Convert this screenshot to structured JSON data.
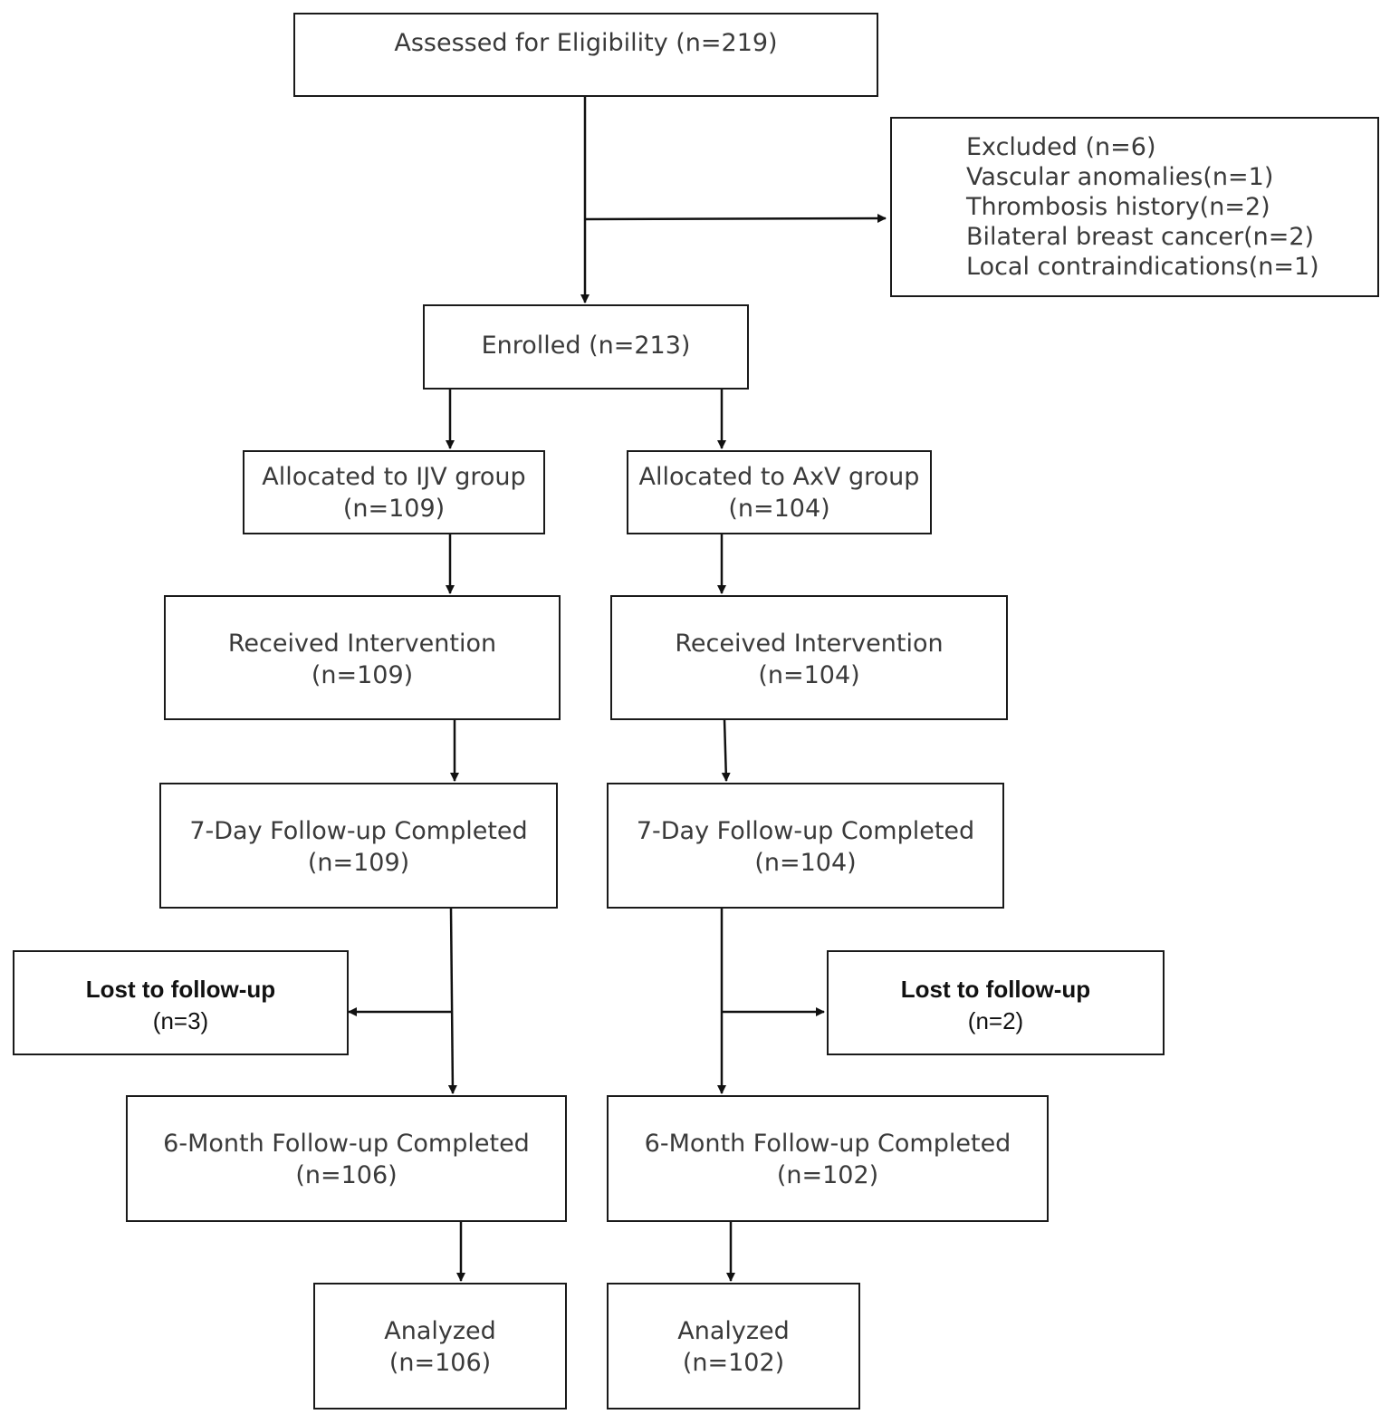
{
  "boxes": {
    "assessed": {
      "lines": [
        "Assessed for Eligibility (n=219)"
      ]
    },
    "excluded": {
      "lines": [
        "Excluded (n=6)",
        "Vascular anomalies(n=1)",
        "Thrombosis history(n=2)",
        "Bilateral breast cancer(n=2)",
        "Local contraindications(n=1)"
      ]
    },
    "enrolled": {
      "lines": [
        "Enrolled (n=213)"
      ]
    },
    "alloc_ijv": {
      "lines": [
        "Allocated to IJV group",
        "(n=109)"
      ]
    },
    "alloc_axv": {
      "lines": [
        "Allocated to AxV group",
        "(n=104)"
      ]
    },
    "interv_ijv": {
      "lines": [
        "Received Intervention",
        "(n=109)"
      ]
    },
    "interv_axv": {
      "lines": [
        "Received Intervention",
        "(n=104)"
      ]
    },
    "fu7_ijv": {
      "lines": [
        "7-Day Follow-up Completed",
        "(n=109)"
      ]
    },
    "fu7_axv": {
      "lines": [
        "7-Day Follow-up Completed",
        "(n=104)"
      ]
    },
    "lost_ijv": {
      "lines": [
        "Lost to follow-up",
        "(n=3)"
      ]
    },
    "lost_axv": {
      "lines": [
        "Lost to follow-up",
        "(n=2)"
      ]
    },
    "fu6m_ijv": {
      "lines": [
        "6-Month Follow-up Completed",
        "(n=106)"
      ]
    },
    "fu6m_axv": {
      "lines": [
        "6-Month Follow-up Completed",
        "(n=102)"
      ]
    },
    "analyzed_ijv": {
      "lines": [
        "Analyzed",
        "(n=106)"
      ]
    },
    "analyzed_axv": {
      "lines": [
        "Analyzed",
        "(n=102)"
      ]
    }
  }
}
